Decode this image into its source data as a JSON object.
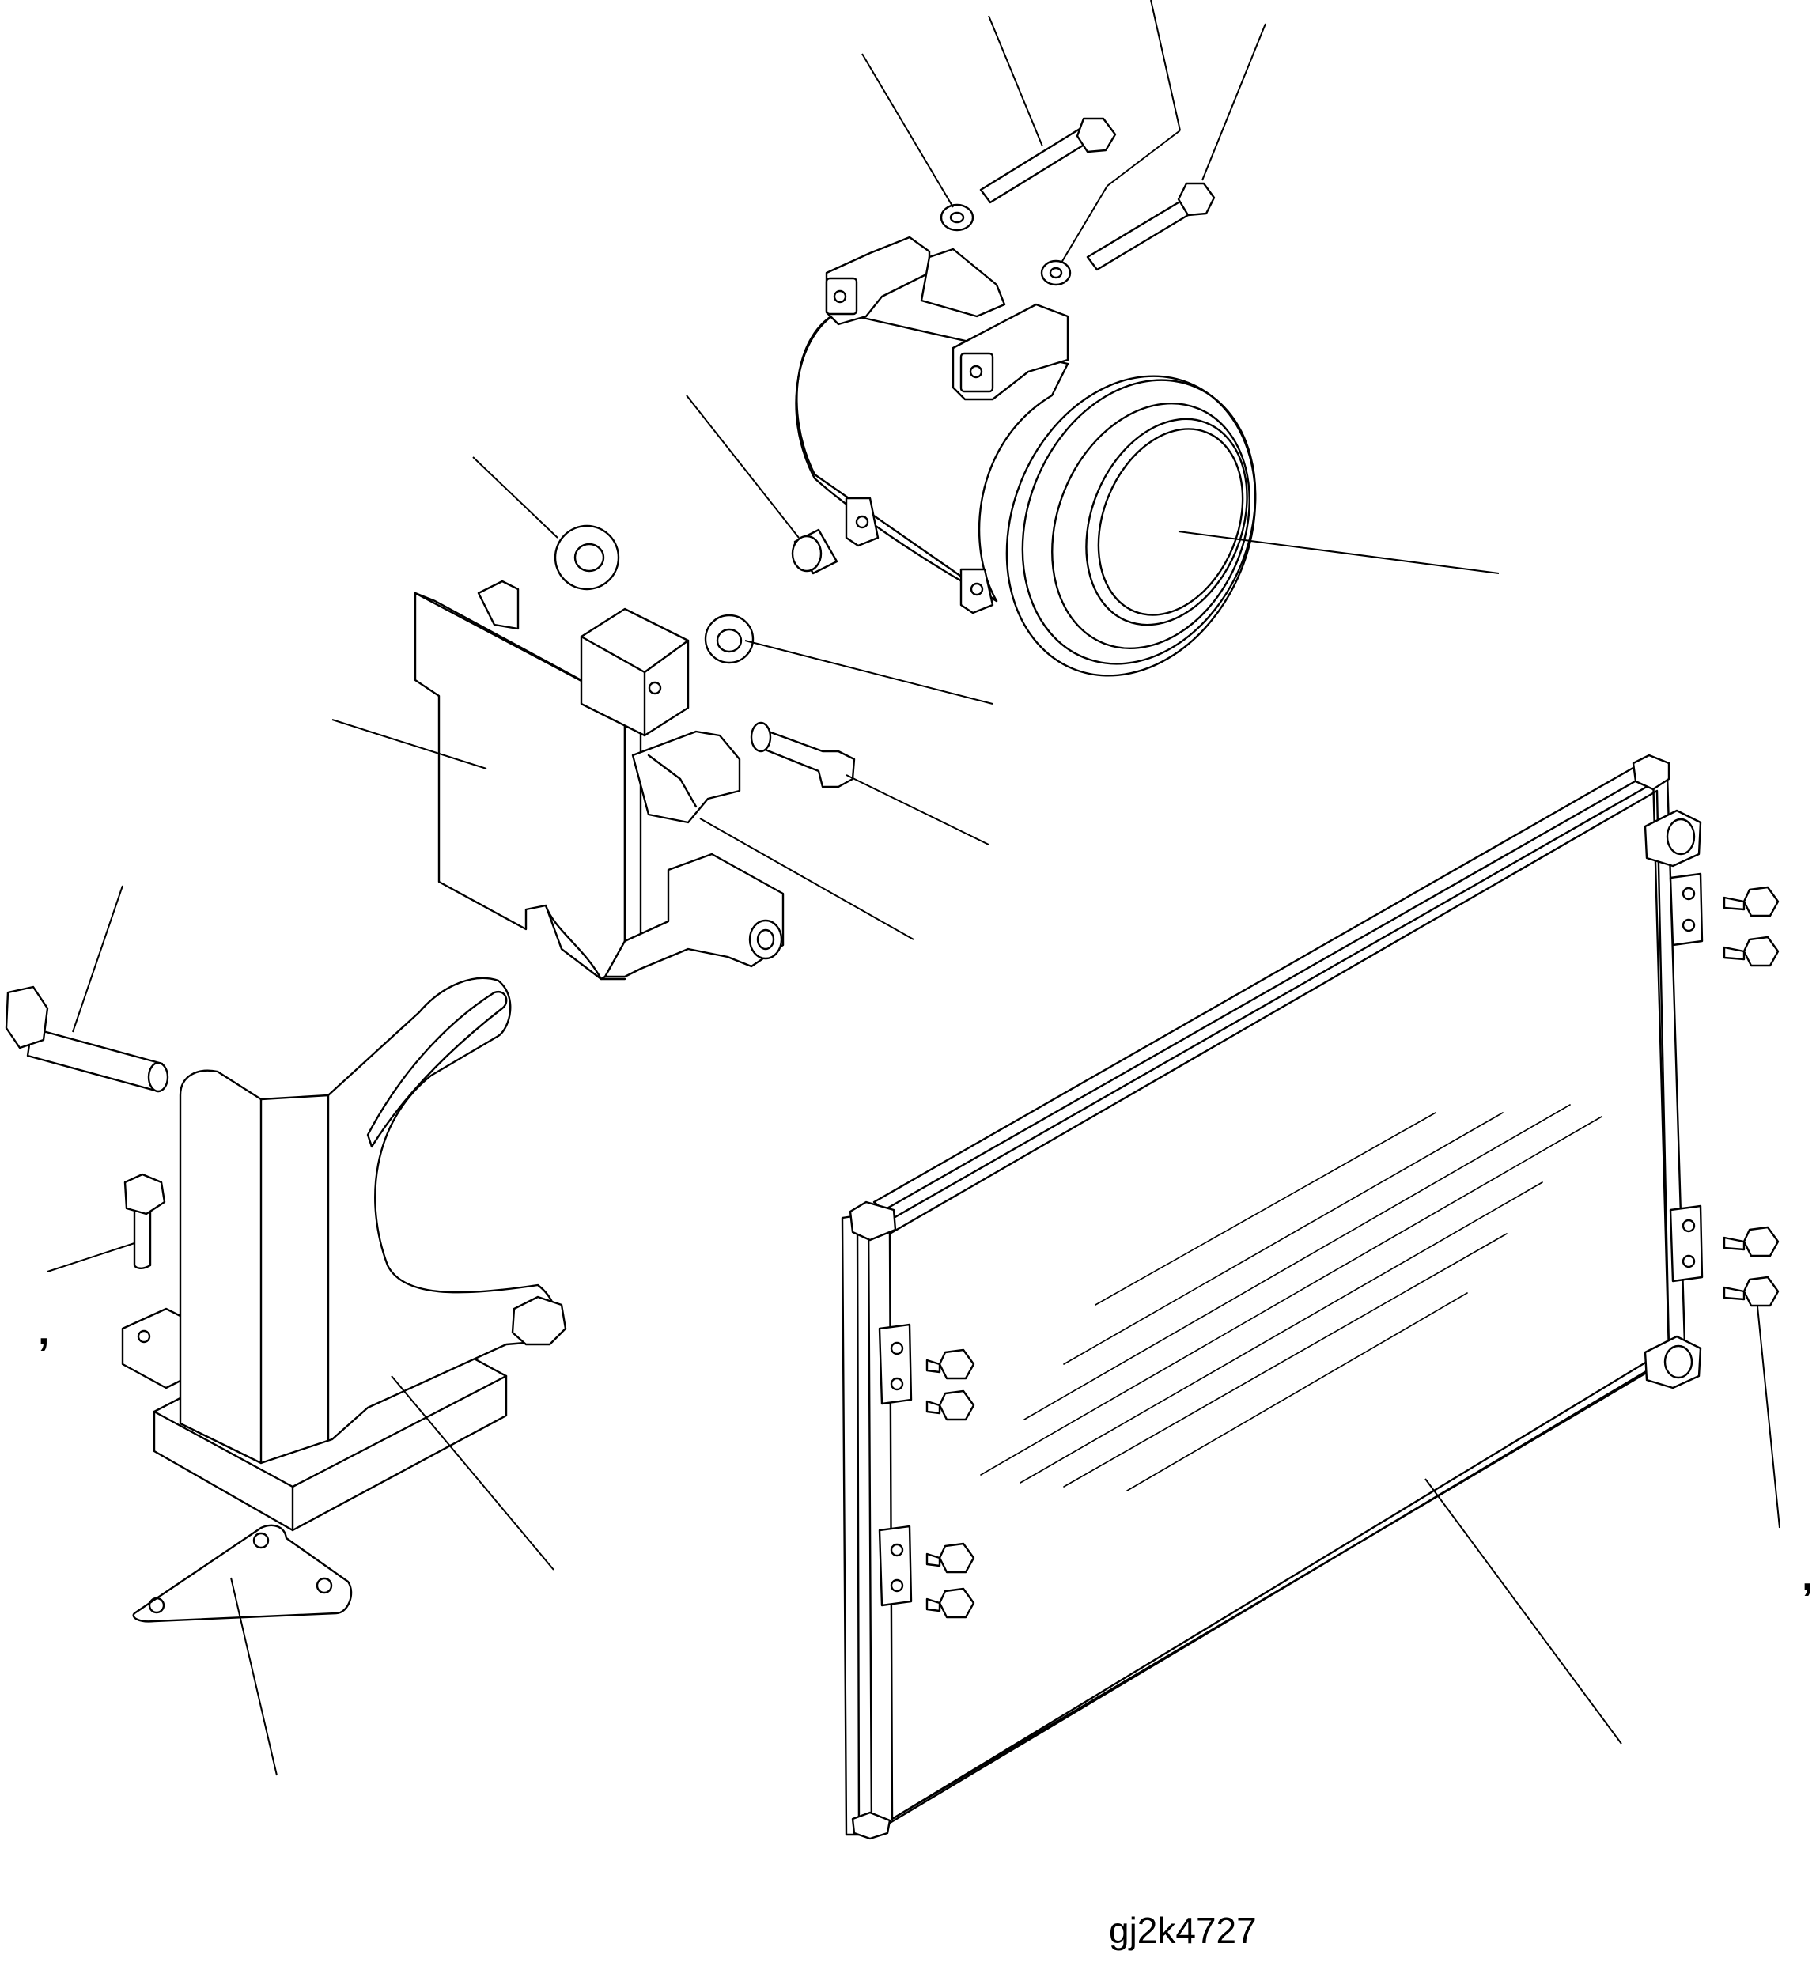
{
  "drawing": {
    "id_label": "gj2k4727",
    "variant_marks": [
      ",",
      ","
    ]
  },
  "parts": [
    {
      "name": "compressor"
    },
    {
      "name": "compressor-bracket"
    },
    {
      "name": "mounting-bracket"
    },
    {
      "name": "condenser"
    },
    {
      "name": "plate"
    },
    {
      "name": "long-bolt"
    },
    {
      "name": "spacer"
    },
    {
      "name": "washer"
    },
    {
      "name": "flange-bolt"
    }
  ]
}
